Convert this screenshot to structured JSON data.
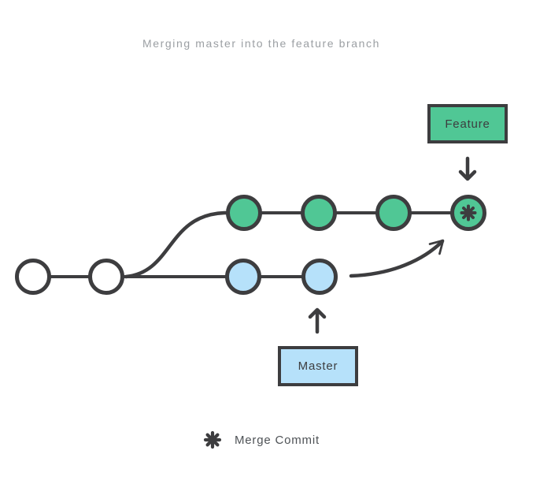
{
  "title": "Merging master into the feature branch",
  "boxes": {
    "feature": "Feature",
    "master": "Master"
  },
  "legend": {
    "label": "Merge Commit"
  },
  "colors": {
    "stroke": "#3d3d3f",
    "green": "#50c795",
    "blue": "#b6e1fa",
    "white": "#ffffff",
    "bg": "#ffffff",
    "title-text": "#9b9fa3",
    "legend-text": "#4e5256"
  },
  "diagram": {
    "type": "git-commit-graph",
    "branches": [
      {
        "name": "base",
        "node_color": "white",
        "commits": 2
      },
      {
        "name": "feature",
        "node_color": "green",
        "commits": 4,
        "last_commit": "merge commit (asterisk)"
      },
      {
        "name": "master",
        "node_color": "blue",
        "commits": 2
      }
    ],
    "arrows": [
      "feature label points down to merge commit",
      "master label points up to last master commit",
      "curved arrow from master branch to merge commit"
    ],
    "merge_commit_symbol": "eight-spoke asterisk"
  }
}
